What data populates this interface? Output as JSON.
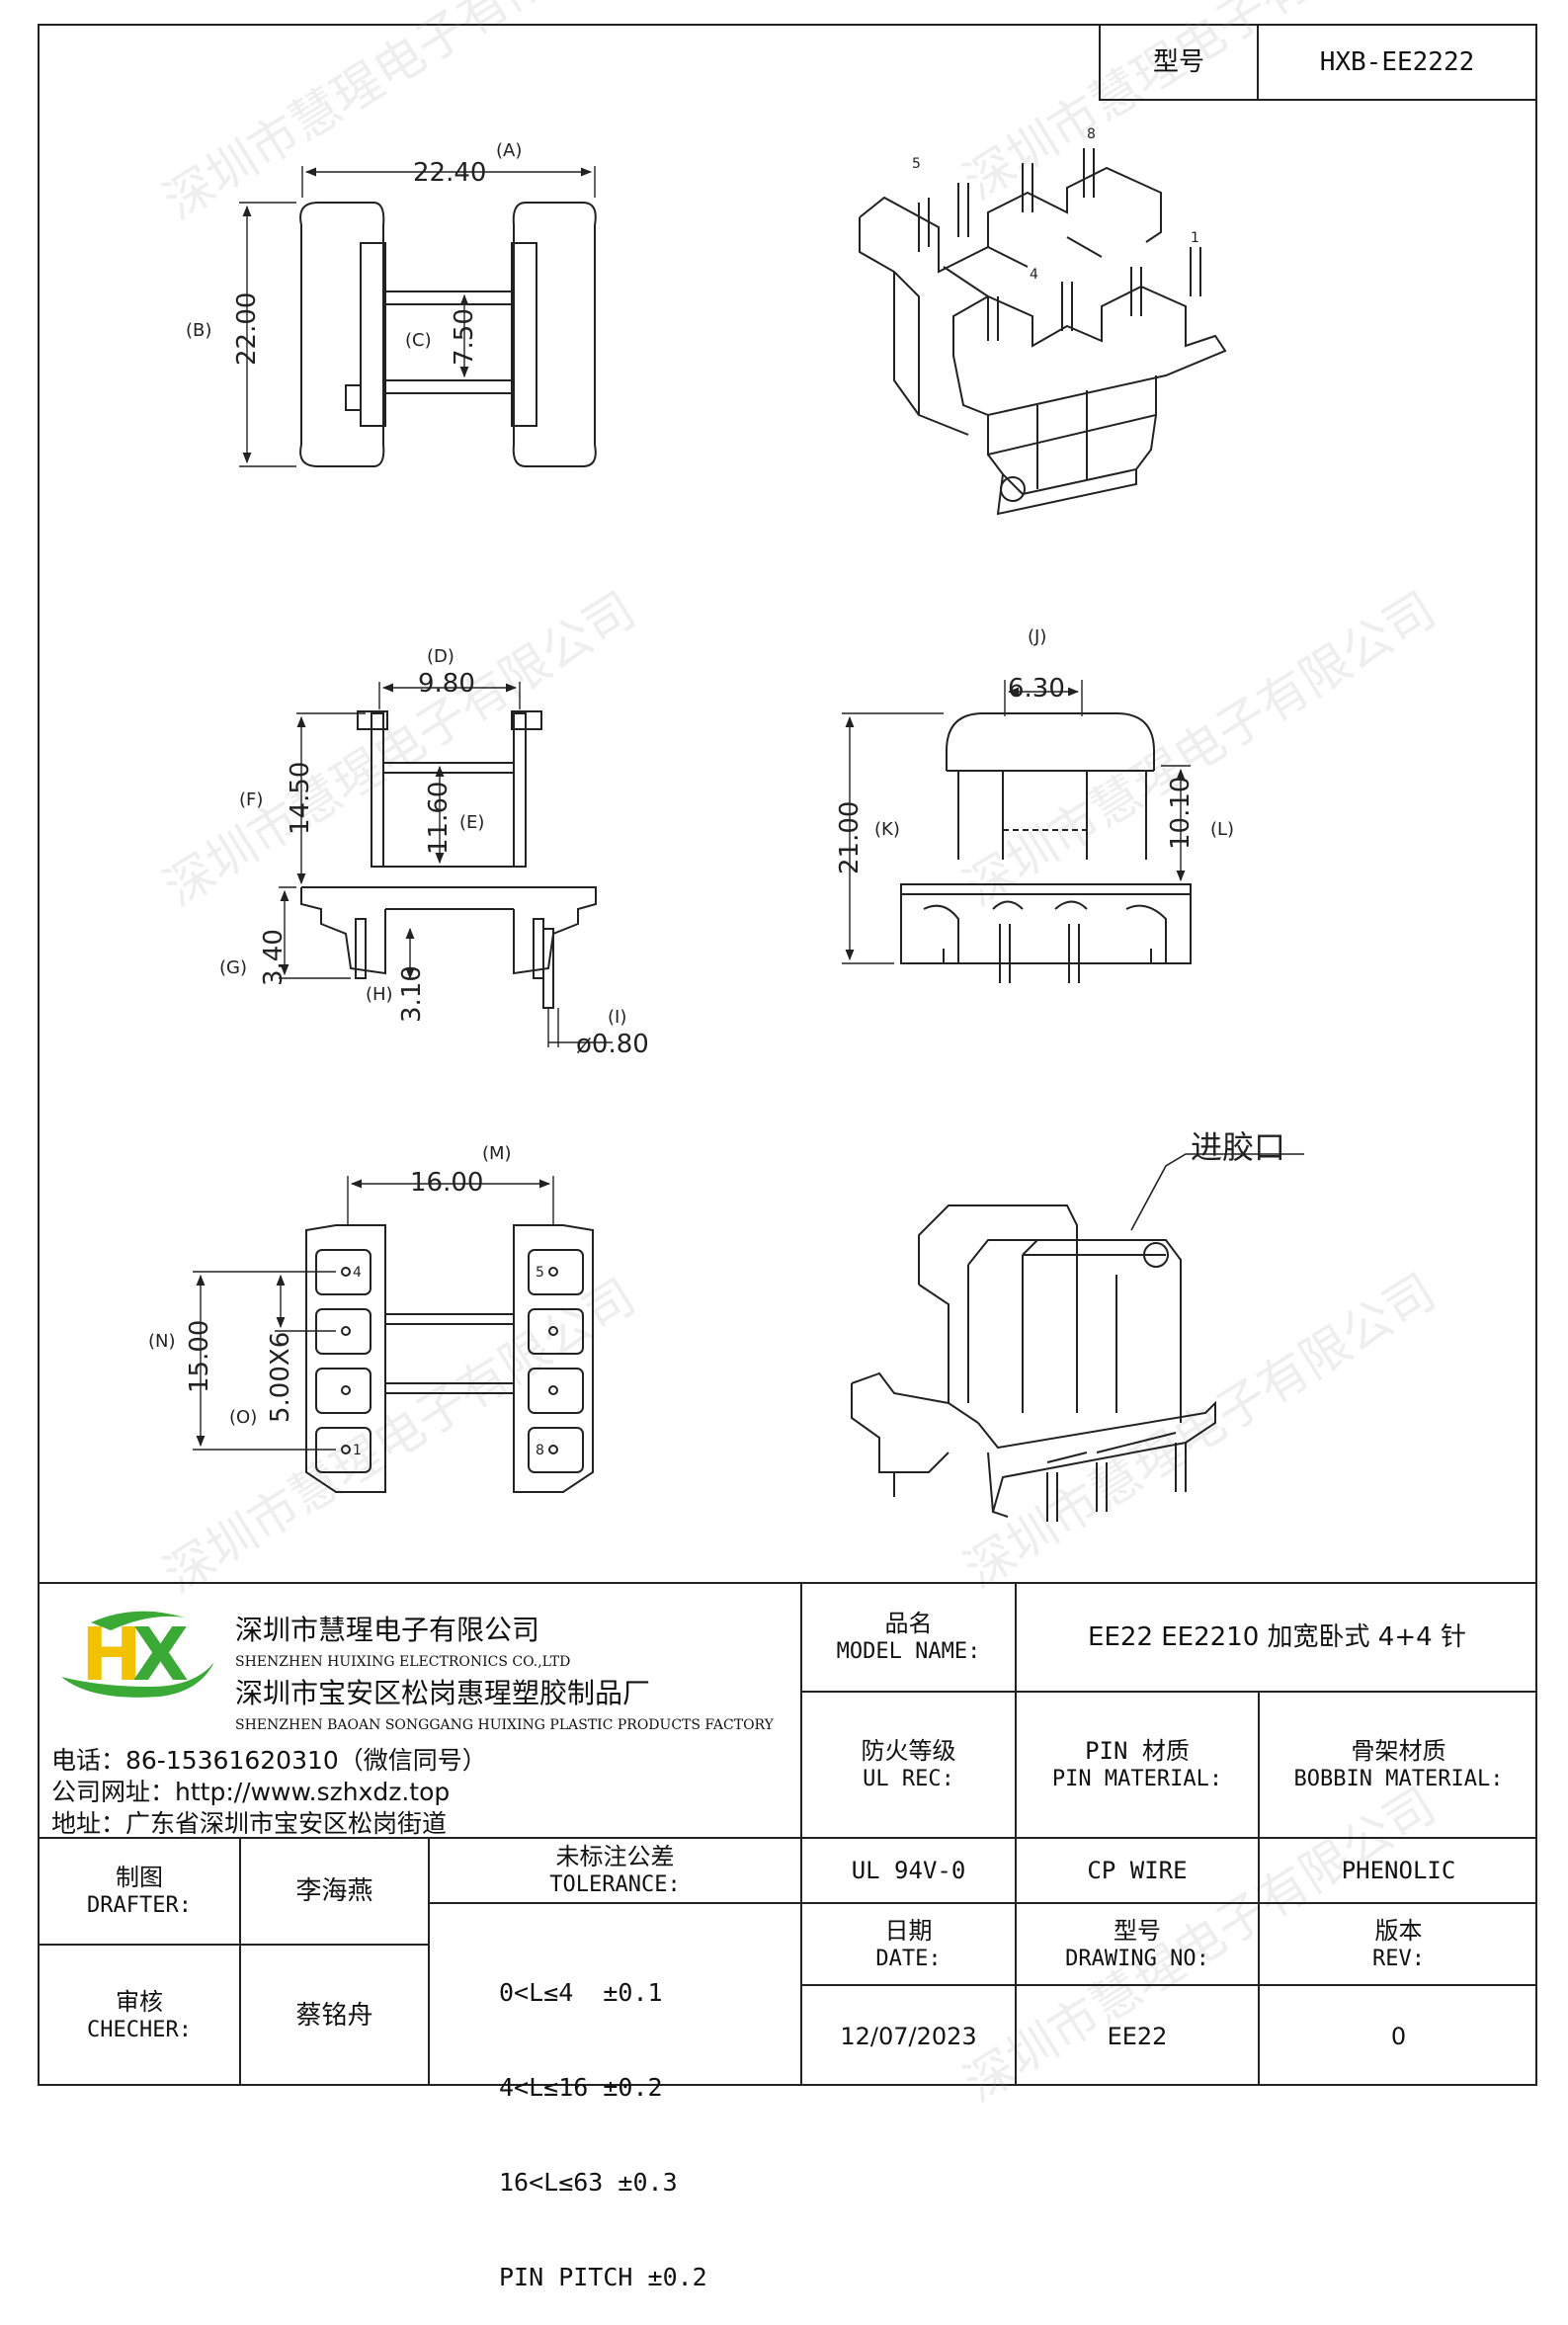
{
  "header": {
    "model_label": "型号",
    "model_value": "HXB-EE2222"
  },
  "drawing": {
    "dims": {
      "A": {
        "value": "22.40",
        "tag": "(A)"
      },
      "B": {
        "value": "22.00",
        "tag": "(B)"
      },
      "C": {
        "value": "7.50",
        "tag": "(C)"
      },
      "D": {
        "value": "9.80",
        "tag": "(D)"
      },
      "E": {
        "value": "11.60",
        "tag": "(E)"
      },
      "F": {
        "value": "14.50",
        "tag": "(F)"
      },
      "G": {
        "value": "3.40",
        "tag": "(G)"
      },
      "H": {
        "value": "3.10",
        "tag": "(H)"
      },
      "I": {
        "value": "ø0.80",
        "tag": "(I)"
      },
      "J": {
        "value": "6.30",
        "tag": "(J)"
      },
      "K": {
        "value": "21.00",
        "tag": "(K)"
      },
      "L": {
        "value": "10.10",
        "tag": "(L)"
      },
      "M": {
        "value": "16.00",
        "tag": "(M)"
      },
      "N": {
        "value": "15.00",
        "tag": "(N)"
      },
      "O": {
        "value": "5.00X6",
        "tag": "(O)"
      }
    },
    "pins": {
      "p1": "1",
      "p4": "4",
      "p5": "5",
      "p8": "8"
    },
    "bottom_pins": {
      "b4": "4",
      "b1": "1",
      "b5": "5",
      "b8": "8"
    },
    "gate_label": "进胶口"
  },
  "company": {
    "name_cn": "深圳市慧瑆电子有限公司",
    "name_en": "SHENZHEN HUIXING ELECTRONICS CO.,LTD",
    "factory_cn": "深圳市宝安区松岗惠瑆塑胶制品厂",
    "factory_en": "SHENZHEN BAOAN SONGGANG HUIXING PLASTIC PRODUCTS FACTORY",
    "phone": "电话：86-15361620310（微信同号）",
    "website": "公司网址：http://www.szhxdz.top",
    "address": "地址：广东省深圳市宝安区松岗街道",
    "logo": "HX",
    "brand_green": "#3aa935",
    "brand_yellow": "#f2c200"
  },
  "titleblock": {
    "model_name_cn": "品名",
    "model_name_en": "MODEL NAME:",
    "model_name_value": "EE22 EE2210 加宽卧式 4+4 针",
    "fire_cn": "防火等级",
    "fire_en": "UL REC:",
    "pin_cn": "PIN 材质",
    "pin_en": "PIN MATERIAL:",
    "bobbin_cn": "骨架材质",
    "bobbin_en": "BOBBIN MATERIAL:",
    "fire_value": "UL 94V-0",
    "pin_value": "CP WIRE",
    "bobbin_value": "PHENOLIC",
    "date_cn": "日期",
    "date_en": "DATE:",
    "dwg_cn": "型号",
    "dwg_en": "DRAWING NO:",
    "rev_cn": "版本",
    "rev_en": "REV:",
    "date_value": "12/07/2023",
    "dwg_value": "EE22",
    "rev_value": "0",
    "drafter_cn": "制图",
    "drafter_en": "DRAFTER:",
    "drafter_name": "李海燕",
    "checker_cn": "审核",
    "checker_en": "CHECHER:",
    "checker_name": "蔡铭舟",
    "tol_cn": "未标注公差",
    "tol_en": "TOLERANCE:",
    "tol_1": "0<L≤4  ±0.1",
    "tol_2": "4<L≤16 ±0.2",
    "tol_3": "16<L≤63 ±0.3",
    "tol_4": "PIN PITCH ±0.2"
  },
  "watermark": {
    "text": "深圳市慧瑆电子有限公司"
  }
}
